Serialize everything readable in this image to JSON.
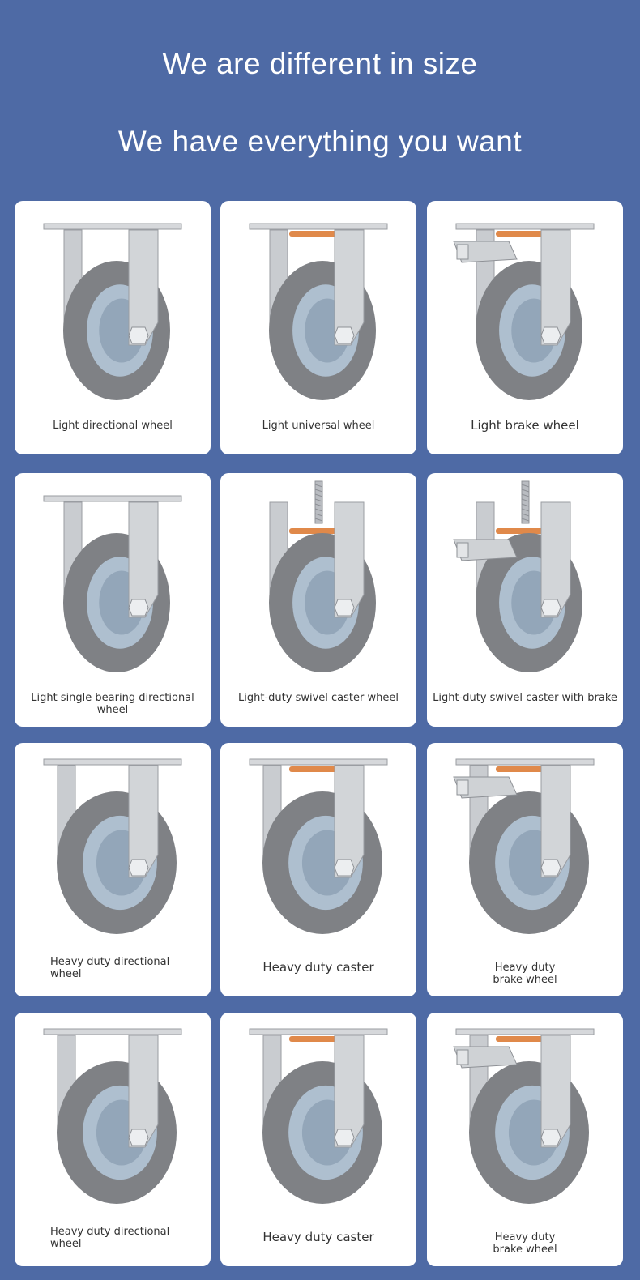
{
  "header": {
    "title": "We are different in size",
    "subtitle": "We have everything you want"
  },
  "colors": {
    "background": "#4e6aa5",
    "card": "#ffffff",
    "tire": "#7f8185",
    "hub": "#aebfcf",
    "steel": "#c9ccd0",
    "washer": "#e0894a"
  },
  "products": [
    {
      "label": "Light directional wheel",
      "type": "fixed",
      "size": "light"
    },
    {
      "label": "Light universal wheel",
      "type": "swivel",
      "size": "light"
    },
    {
      "label": "Light brake wheel",
      "type": "brake",
      "size": "light"
    },
    {
      "label": "Light single bearing directional wheel",
      "type": "fixed",
      "size": "light"
    },
    {
      "label": "Light-duty swivel caster wheel",
      "type": "stem",
      "size": "light"
    },
    {
      "label": "Light-duty swivel caster with brake",
      "type": "stembrake",
      "size": "light"
    },
    {
      "label": "Heavy duty directional wheel",
      "type": "fixed",
      "size": "heavy"
    },
    {
      "label": "Heavy duty caster",
      "type": "swivel",
      "size": "heavy"
    },
    {
      "label": "Heavy duty brake wheel",
      "type": "brake",
      "size": "heavy"
    },
    {
      "label": "Heavy duty directional wheel",
      "type": "fixed",
      "size": "heavy"
    },
    {
      "label": "Heavy duty caster",
      "type": "swivel",
      "size": "heavy"
    },
    {
      "label": "Heavy duty brake wheel",
      "type": "brake",
      "size": "heavy"
    }
  ]
}
